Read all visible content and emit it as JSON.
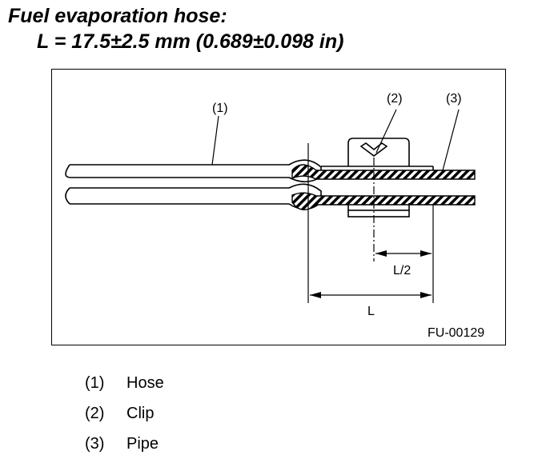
{
  "title": {
    "line1": "Fuel evaporation hose:",
    "line2": "L = 17.5±2.5 mm (0.689±0.098 in)"
  },
  "figure": {
    "callouts": {
      "hose": "(1)",
      "clip": "(2)",
      "pipe": "(3)"
    },
    "dimension_half": "L/2",
    "dimension_full": "L",
    "figure_id": "FU-00129"
  },
  "legend": [
    {
      "num": "(1)",
      "label": "Hose"
    },
    {
      "num": "(2)",
      "label": "Clip"
    },
    {
      "num": "(3)",
      "label": "Pipe"
    }
  ]
}
